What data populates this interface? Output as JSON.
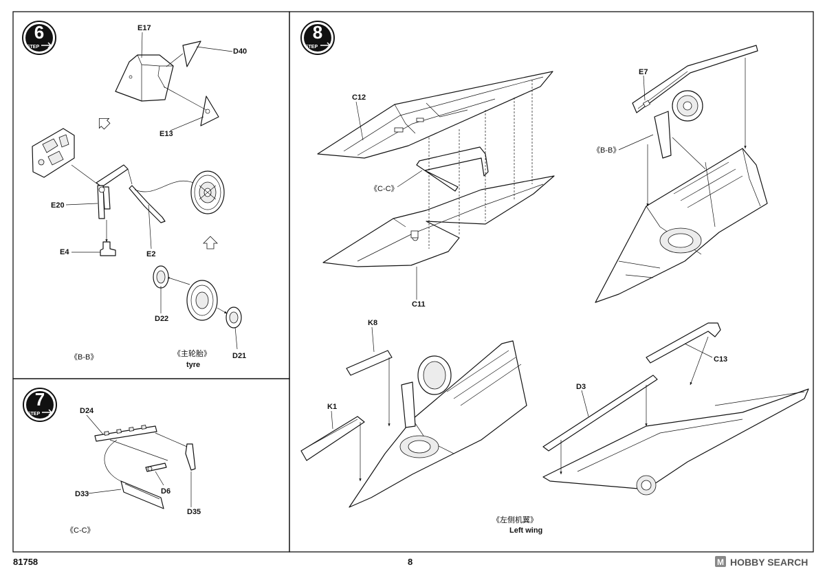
{
  "document": {
    "code": "81758",
    "page_number": "8"
  },
  "watermark": {
    "logo_letter": "M",
    "text": "HOBBY SEARCH"
  },
  "steps": [
    {
      "number": "6",
      "word": "STEP",
      "parts": [
        "E17",
        "D40",
        "E13",
        "E20",
        "E4",
        "E2",
        "D22",
        "D21"
      ],
      "captions": {
        "view": "《B-B》",
        "tyre_cn": "《主轮胎》",
        "tyre_en": "tyre"
      }
    },
    {
      "number": "7",
      "word": "STEP",
      "parts": [
        "D24",
        "D33",
        "D6",
        "D35"
      ],
      "captions": {
        "view": "《C-C》"
      }
    },
    {
      "number": "8",
      "word": "STEP",
      "parts": [
        "C12",
        "C11",
        "E7",
        "K8",
        "K1",
        "D3",
        "C13"
      ],
      "captions": {
        "view_cc": "《C-C》",
        "view_bb": "《B-B》",
        "wing_cn": "《左侧机翼》",
        "wing_en": "Left wing"
      }
    }
  ]
}
